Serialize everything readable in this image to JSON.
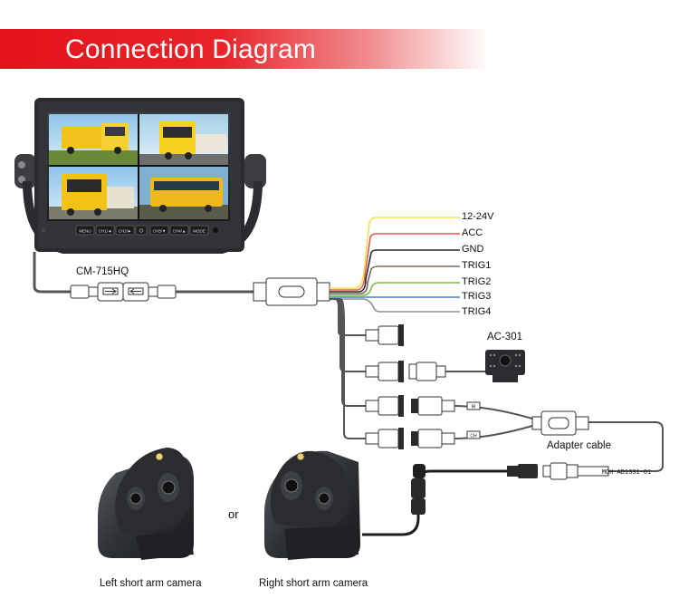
{
  "header": {
    "title": "Connection Diagram"
  },
  "monitor": {
    "buttons": [
      "MENU",
      "CH1/◄",
      "CH2/►",
      "⏻",
      "CH3/▼",
      "CH4/▲",
      "MODE"
    ]
  },
  "labels": {
    "extension_cable": "CM-715HQ",
    "camera_model": "AC-301",
    "adapter_cable": "Adapter  cable",
    "adapter_code": "MOH-AD1331-01",
    "or": "or",
    "left_camera": "Left short arm camera",
    "right_camera": "Right short arm camera"
  },
  "wires": [
    {
      "label": "12-24V",
      "color": "#f2e24a"
    },
    {
      "label": "ACC",
      "color": "#e8555a"
    },
    {
      "label": "GND",
      "color": "#2a2a2a"
    },
    {
      "label": "TRIG1",
      "color": "#7a6a5a"
    },
    {
      "label": "TRIG2",
      "color": "#7cc04a"
    },
    {
      "label": "TRIG3",
      "color": "#4a7fd0"
    },
    {
      "label": "TRIG4",
      "color": "#909090"
    }
  ],
  "adapter_tags": [
    "IR",
    "CH"
  ]
}
